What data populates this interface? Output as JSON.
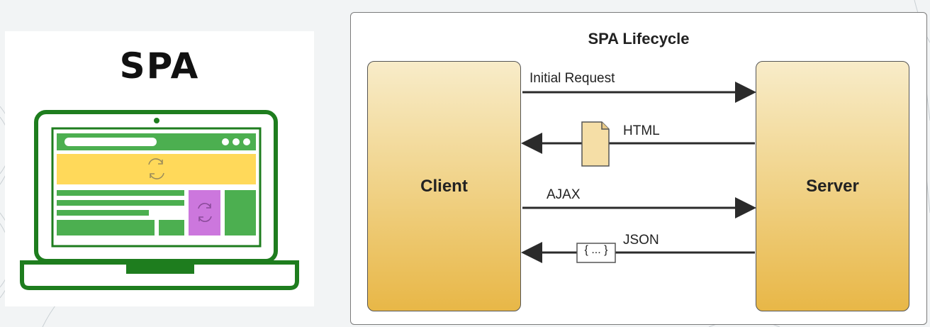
{
  "left": {
    "title": "SPA",
    "colors": {
      "green": "#1e7d1e",
      "light_green": "#4caf50",
      "yellow": "#ffd95a",
      "purple": "#cc77dd"
    },
    "icons": [
      "laptop-icon",
      "refresh-icon"
    ]
  },
  "right": {
    "title": "SPA Lifecycle",
    "nodes": {
      "client": "Client",
      "server": "Server"
    },
    "flows": [
      {
        "label": "Initial Request",
        "direction": "to-server"
      },
      {
        "label": "HTML",
        "direction": "to-client",
        "icon": "document-icon"
      },
      {
        "label": "AJAX",
        "direction": "to-server"
      },
      {
        "label": "JSON",
        "direction": "to-client",
        "badge": "{ ... }"
      }
    ],
    "colors": {
      "node_top": "#f8ecc9",
      "node_bottom": "#e8b747",
      "arrow": "#2b2b2b"
    }
  }
}
